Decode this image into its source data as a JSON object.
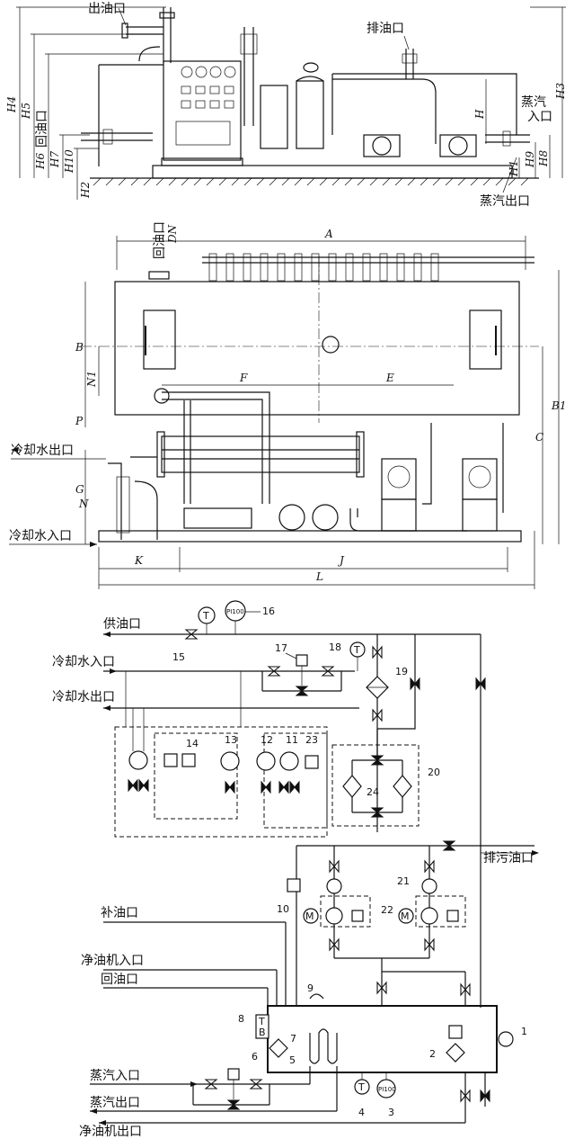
{
  "elevation": {
    "outlet_oil": "出油口",
    "drain_oil": "排油口",
    "steam_in_1": "蒸汽",
    "steam_in_2": "入口",
    "steam_out": "蒸汽出口",
    "return_oil": "回油口",
    "dims": {
      "H": "H",
      "H1": "H1",
      "H2": "H2",
      "H3": "H3",
      "H4": "H4",
      "H5": "H5",
      "H6": "H6",
      "H7": "H7",
      "H8": "H8",
      "H9": "H9",
      "H10": "H10"
    }
  },
  "plan": {
    "return_oil_dn_1": "回油口",
    "return_oil_dn_2": "DN",
    "cooling_water_out": "冷却水出口",
    "cooling_water_in": "冷却水入口",
    "dims": {
      "A": "A",
      "B": "B",
      "B1": "B1",
      "C": "C",
      "E": "E",
      "F": "F",
      "G": "G",
      "J": "J",
      "K": "K",
      "L": "L",
      "N": "N",
      "N1": "N1",
      "P": "P"
    }
  },
  "schematic": {
    "supply_oil": "供油口",
    "cooling_water_in": "冷却水入口",
    "cooling_water_out": "冷却水出口",
    "drain_sludge_oil": "排污油口",
    "makeup_oil": "补油口",
    "purifier_inlet": "净油机入口",
    "return_oil": "回油口",
    "steam_in": "蒸汽入口",
    "steam_out": "蒸汽出口",
    "purifier_outlet": "净油机出口",
    "tb_t": "T",
    "tb_b": "B",
    "t_gauge": "T",
    "pi_gauge": "PI100",
    "callouts": [
      "1",
      "2",
      "3",
      "4",
      "5",
      "6",
      "7",
      "8",
      "9",
      "10",
      "11",
      "12",
      "13",
      "14",
      "15",
      "16",
      "17",
      "18",
      "19",
      "20",
      "21",
      "22",
      "23",
      "24"
    ]
  }
}
